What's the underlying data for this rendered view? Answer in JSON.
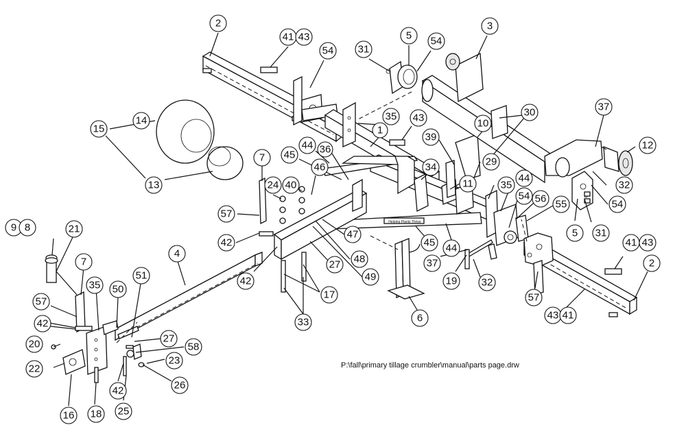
{
  "drawing": {
    "file_path": "P:\\fall\\primary tillage crumbler\\manual\\parts page.drw",
    "decal_text": "Helping Plants Thrive"
  },
  "callouts": [
    "2",
    "41",
    "43",
    "54",
    "31",
    "5",
    "54",
    "3",
    "15",
    "14",
    "13",
    "35",
    "1",
    "43",
    "30",
    "10",
    "39",
    "29",
    "37",
    "12",
    "7",
    "44",
    "36",
    "45",
    "46",
    "24",
    "40",
    "34",
    "11",
    "35",
    "44",
    "54",
    "56",
    "55",
    "32",
    "54",
    "57",
    "42",
    "47",
    "48",
    "49",
    "27",
    "45",
    "44",
    "5",
    "31",
    "41",
    "43",
    "9",
    "8",
    "21",
    "4",
    "7",
    "42",
    "37",
    "19",
    "32",
    "6",
    "2",
    "57",
    "35",
    "50",
    "51",
    "17",
    "33",
    "57",
    "43",
    "41",
    "42",
    "27",
    "58",
    "20",
    "23",
    "22",
    "26",
    "16",
    "18",
    "42",
    "25"
  ]
}
